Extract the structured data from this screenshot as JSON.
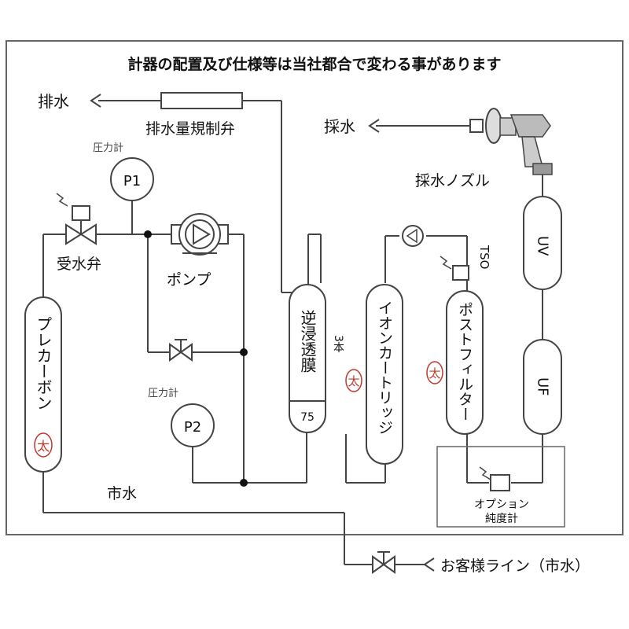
{
  "notice": "計器の配置及び仕様等は当社都合で変わる事があります",
  "labels": {
    "drain": "排水",
    "drain_valve": "排水量規制弁",
    "sampling": "採水",
    "sampling_nozzle": "採水ノズル",
    "inlet_valve": "受水弁",
    "pump": "ポンプ",
    "city_water": "市水",
    "customer_line": "お客様ライン（市水）",
    "option_meter_1": "オプション",
    "option_meter_2": "純度計",
    "pressure_gauge_1": "圧力計",
    "pressure_gauge_2": "圧力計",
    "p1": "P1",
    "p2": "P2",
    "tso": "TSO",
    "count_3": "3本"
  },
  "vessels": {
    "precarbon": "プレカーボン",
    "precarbon_tag": "太",
    "ro": "逆浸透膜",
    "ro_num": "75",
    "ion": "イオンカートリッジ",
    "ion_tag": "太",
    "post": "ポストフィルター",
    "post_tag": "太",
    "uv": "UV",
    "uf": "UF"
  }
}
